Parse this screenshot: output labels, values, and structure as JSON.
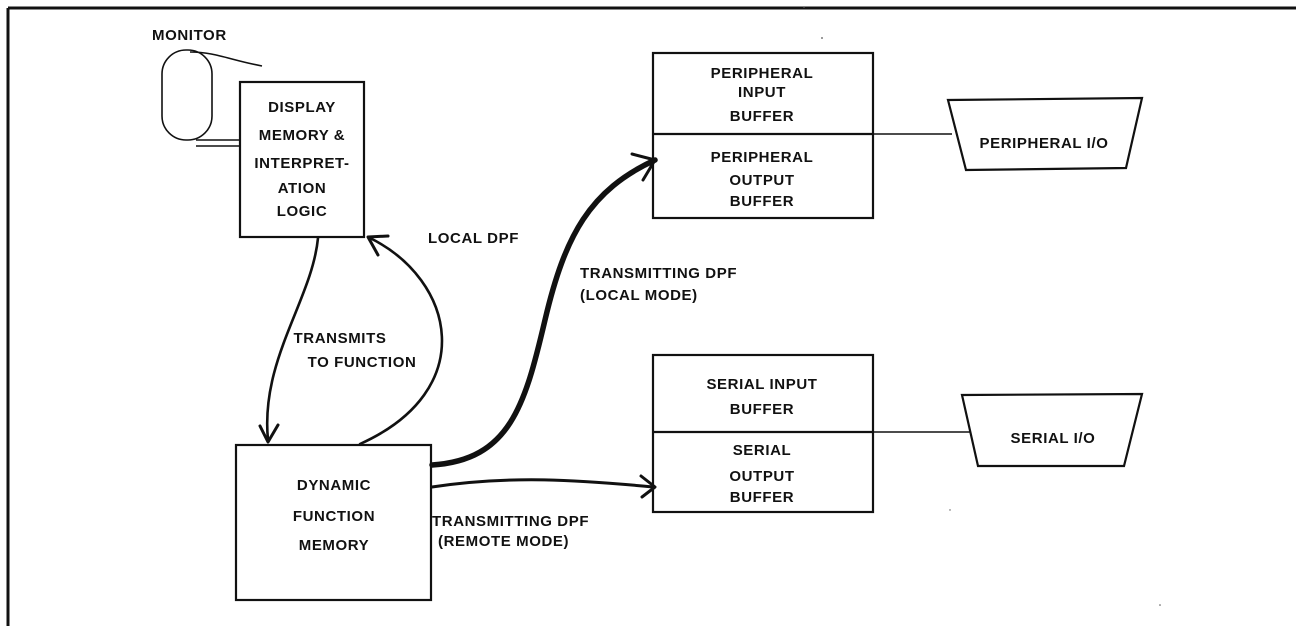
{
  "monitor": {
    "label": "MONITOR"
  },
  "display_memory": {
    "lines": [
      "DISPLAY",
      "MEMORY &",
      "INTERPRET-",
      "ATION",
      "LOGIC"
    ]
  },
  "dynamic_function_memory": {
    "lines": [
      "DYNAMIC",
      "FUNCTION",
      "MEMORY"
    ]
  },
  "peripheral_input_buffer": {
    "lines": [
      "PERIPHERAL",
      "INPUT",
      "BUFFER"
    ]
  },
  "peripheral_output_buffer": {
    "lines": [
      "PERIPHERAL",
      "OUTPUT",
      "BUFFER"
    ]
  },
  "serial_input_buffer": {
    "lines": [
      "SERIAL INPUT",
      "BUFFER"
    ]
  },
  "serial_output_buffer": {
    "lines": [
      "SERIAL",
      "OUTPUT",
      "BUFFER"
    ]
  },
  "peripheral_io": {
    "label": "PERIPHERAL I/O"
  },
  "serial_io": {
    "label": "SERIAL I/O"
  },
  "edges": {
    "local_dpf": "LOCAL DPF",
    "transmits_to_function": [
      "TRANSMITS",
      "TO FUNCTION"
    ],
    "transmitting_local": [
      "TRANSMITTING DPF",
      "(LOCAL MODE)"
    ],
    "transmitting_remote": [
      "TRANSMITTING DPF",
      "(REMOTE MODE)"
    ]
  }
}
